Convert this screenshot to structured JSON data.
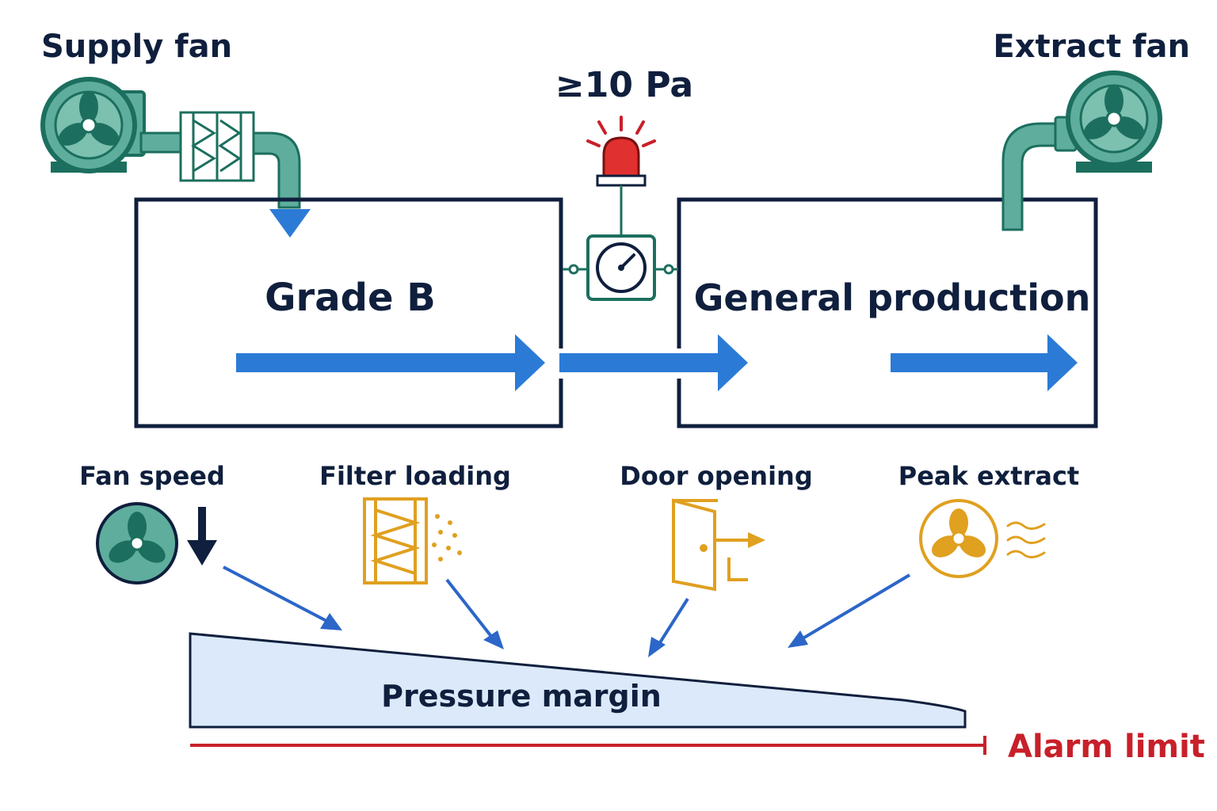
{
  "labels": {
    "supply_fan": "Supply fan",
    "extract_fan": "Extract fan",
    "pressure_setpoint": "≥10 Pa",
    "room_a": "Grade B",
    "room_b": "General production",
    "factor_1": "Fan speed",
    "factor_2": "Filter loading",
    "factor_3": "Door opening",
    "factor_4": "Peak extract",
    "margin": "Pressure margin",
    "alarm": "Alarm limit"
  },
  "colors": {
    "navy": "#0f1f3d",
    "teal": "#5fae9d",
    "teal_dark": "#1c6f5e",
    "blue": "#2b7bd6",
    "amber": "#e0a020",
    "red": "#c8202a",
    "margin_fill": "#dbe9fb"
  },
  "icons": [
    "fan-icon",
    "filter-icon",
    "alarm-beacon-icon",
    "pressure-gauge-icon",
    "door-icon",
    "down-arrow-icon",
    "airflow-arrow-icon"
  ]
}
